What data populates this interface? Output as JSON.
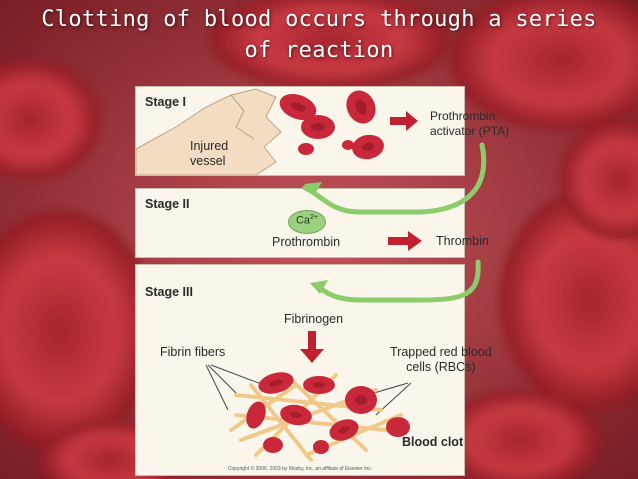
{
  "slide": {
    "title_line1": "Clotting of blood occurs through a series",
    "title_line2": "of reaction"
  },
  "stage1": {
    "label": "Stage I",
    "injured_line1": "Injured",
    "injured_line2": "vessel",
    "result_line1": "Prothrombin",
    "result_line2": "activator (PTA)"
  },
  "stage2": {
    "label": "Stage II",
    "calcium": "Ca",
    "calcium_charge": "2+",
    "input": "Prothrombin",
    "output": "Thrombin"
  },
  "stage3": {
    "label": "Stage III",
    "input": "Fibrinogen",
    "fibrin": "Fibrin fibers",
    "trapped_line1": "Trapped red blood",
    "trapped_line2": "cells (RBCs)",
    "clot": "Blood clot",
    "copyright": "Copyright © 2006, 2003 by Mosby, Inc. an affiliate of Elsevier Inc."
  },
  "colors": {
    "red_arrow": "#c0202f",
    "green_arrow": "#8ccc6a",
    "rbc": "#c8283a",
    "fibrin": "#f0c98a"
  }
}
